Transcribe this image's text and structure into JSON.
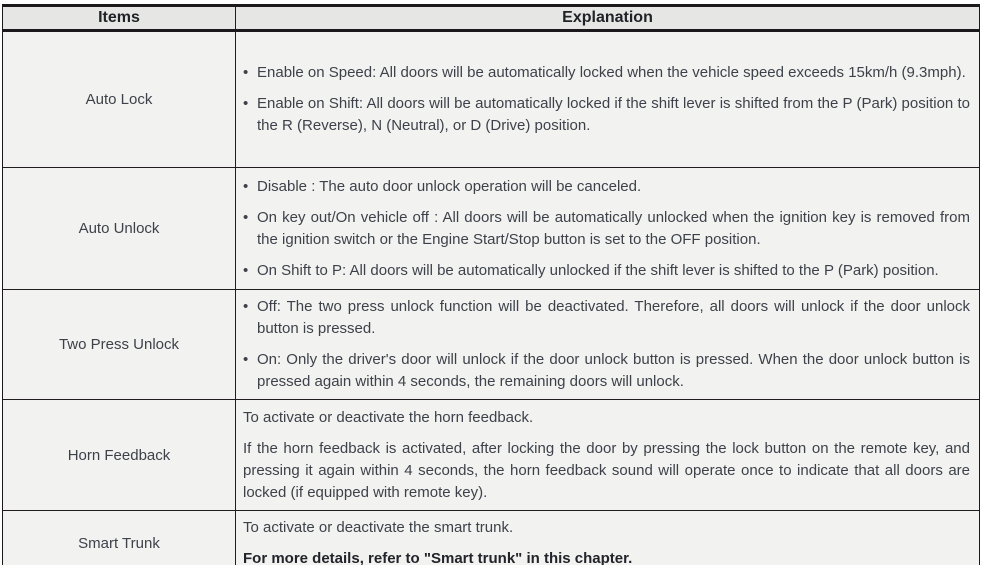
{
  "table": {
    "bullet_char": "•",
    "colors": {
      "border": "#1c181c",
      "header_bg": "#e6e7e5",
      "body_bg": "#f2f2f0",
      "text": "#3d424a",
      "heading_text": "#202227"
    },
    "header": {
      "items_label": "Items",
      "explanation_label": "Explanation"
    },
    "rows": [
      {
        "item": "Auto Lock",
        "paragraphs": [
          {
            "text": "Enable on Speed: All doors will be automatically locked when the vehicle speed exceeds 15km/h (9.3mph)."
          },
          {
            "text": "Enable on Shift: All doors will be automatically locked if the shift lever is shifted from the P (Park) position to the R (Reverse), N (Neutral), or D (Drive) position."
          }
        ]
      },
      {
        "item": "Auto Unlock",
        "paragraphs": [
          {
            "text": "Disable : The auto door unlock operation will be canceled."
          },
          {
            "text": "On key out/On vehicle off : All doors will be automatically unlocked when the ignition key is removed from the ignition switch or the Engine Start/Stop button is set to the OFF position."
          },
          {
            "text": "On Shift to P: All doors will be automatically unlocked if the shift lever is shifted to the P (Park) position."
          }
        ]
      },
      {
        "item": "Two Press Unlock",
        "paragraphs": [
          {
            "text": "Off: The two press unlock function will be deactivated. Therefore, all doors will unlock if the door unlock button is pressed."
          },
          {
            "text": "On: Only the driver's door will unlock if the door unlock button is pressed. When the door unlock button is pressed again within 4 seconds, the remaining doors will unlock."
          }
        ]
      },
      {
        "item": "Horn Feedback",
        "paragraphs": [
          {
            "text": "To activate or deactivate the horn feedback."
          },
          {
            "text": "If the horn feedback is activated, after locking the door by pressing the lock button on the remote key, and pressing it again within 4 seconds, the horn feedback sound will operate once to indicate that all doors are locked (if equipped with remote key)."
          }
        ]
      },
      {
        "item": "Smart Trunk",
        "paragraphs": [
          {
            "text": "To activate or deactivate the smart trunk."
          },
          {
            "text": "For more details, refer to \"Smart trunk\" in this chapter."
          }
        ]
      }
    ]
  }
}
